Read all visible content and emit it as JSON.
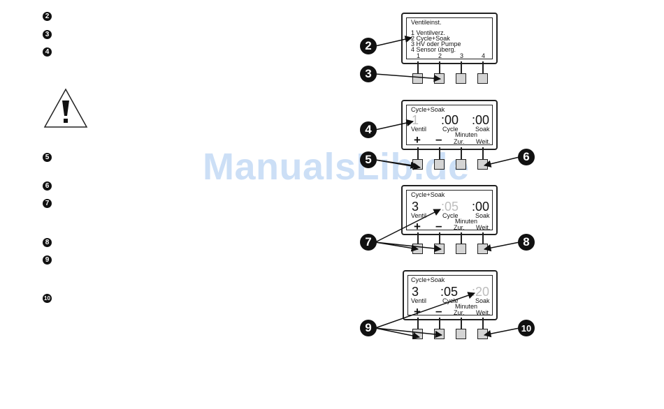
{
  "left_markers": [
    "2",
    "3",
    "4",
    "5",
    "6",
    "7",
    "8",
    "9",
    "10"
  ],
  "watermark": "ManualsLib.de",
  "panel1": {
    "title": "Ventileinst.",
    "items": [
      "1 Ventilverz.",
      "2 Cycle+Soak",
      "3 HV oder Pumpe",
      "4 Sensor überg."
    ],
    "button_nums": [
      "1",
      "2",
      "3",
      "4"
    ]
  },
  "cs_title": "Cycle+Soak",
  "labels": {
    "ventil": "Ventil",
    "cycle": "Cycle",
    "soak": "Soak",
    "minuten": "Minuten",
    "zur": "Zur.",
    "weit": "Weit.",
    "plus": "+",
    "minus": "–"
  },
  "panel2": {
    "ventil": "1",
    "cycle": ":00",
    "soak": ":00"
  },
  "panel3": {
    "ventil": "3",
    "cycle": ":05",
    "soak": ":00"
  },
  "panel4": {
    "ventil": "3",
    "cycle": ":05",
    "soak": ":20"
  },
  "callouts": [
    "2",
    "3",
    "4",
    "5",
    "6",
    "7",
    "8",
    "9",
    "10"
  ]
}
